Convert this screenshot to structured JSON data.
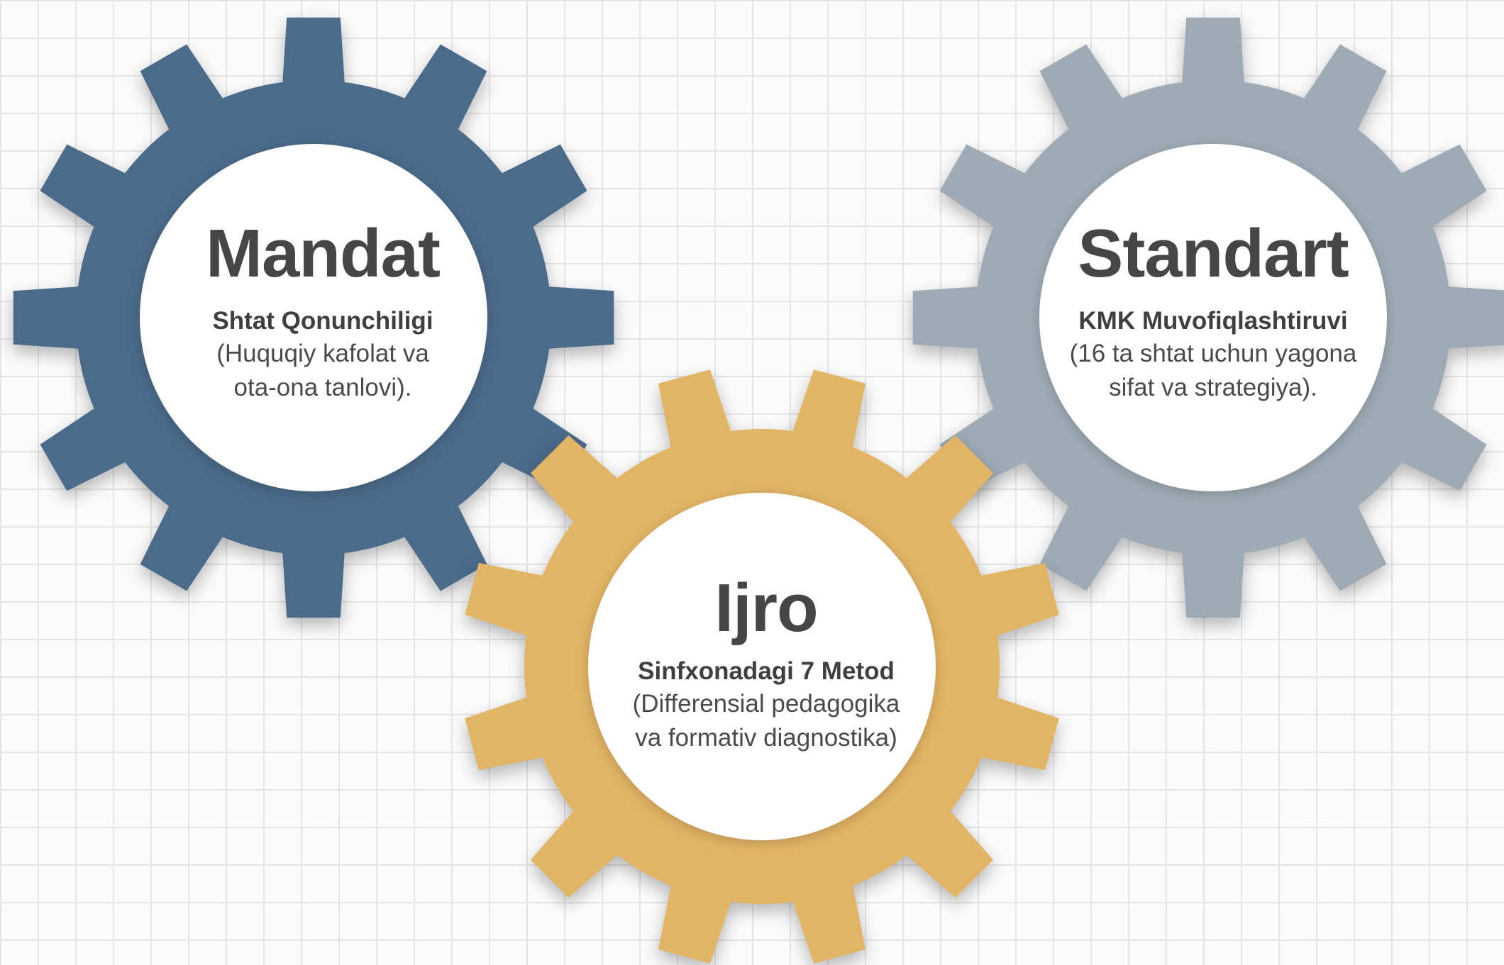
{
  "gears": [
    {
      "id": "mandat",
      "title": "Mandat",
      "subtitle": "Shtat Qonunchiligi",
      "desc_line1": "(Huquqiy kafolat va",
      "desc_line2": "ota-ona tanlovi).",
      "color": "#4b6b8a"
    },
    {
      "id": "standart",
      "title": "Standart",
      "subtitle": "KMK Muvofiqlashtiruvi",
      "desc_line1": "(16 ta shtat uchun yagona",
      "desc_line2": "sifat va strategiya).",
      "color": "#9eabb4"
    },
    {
      "id": "ijro",
      "title": "Ijro",
      "subtitle": "Sinfxonadagi 7 Metod",
      "desc_line1": "(Differensial pedagogika",
      "desc_line2": "va formativ diagnostika)",
      "color": "#e2b465"
    }
  ],
  "colors": {
    "background": "#fbfbfb",
    "grid": "#e4e5e7",
    "inner_circle": "#ffffff",
    "text": "#464646"
  }
}
